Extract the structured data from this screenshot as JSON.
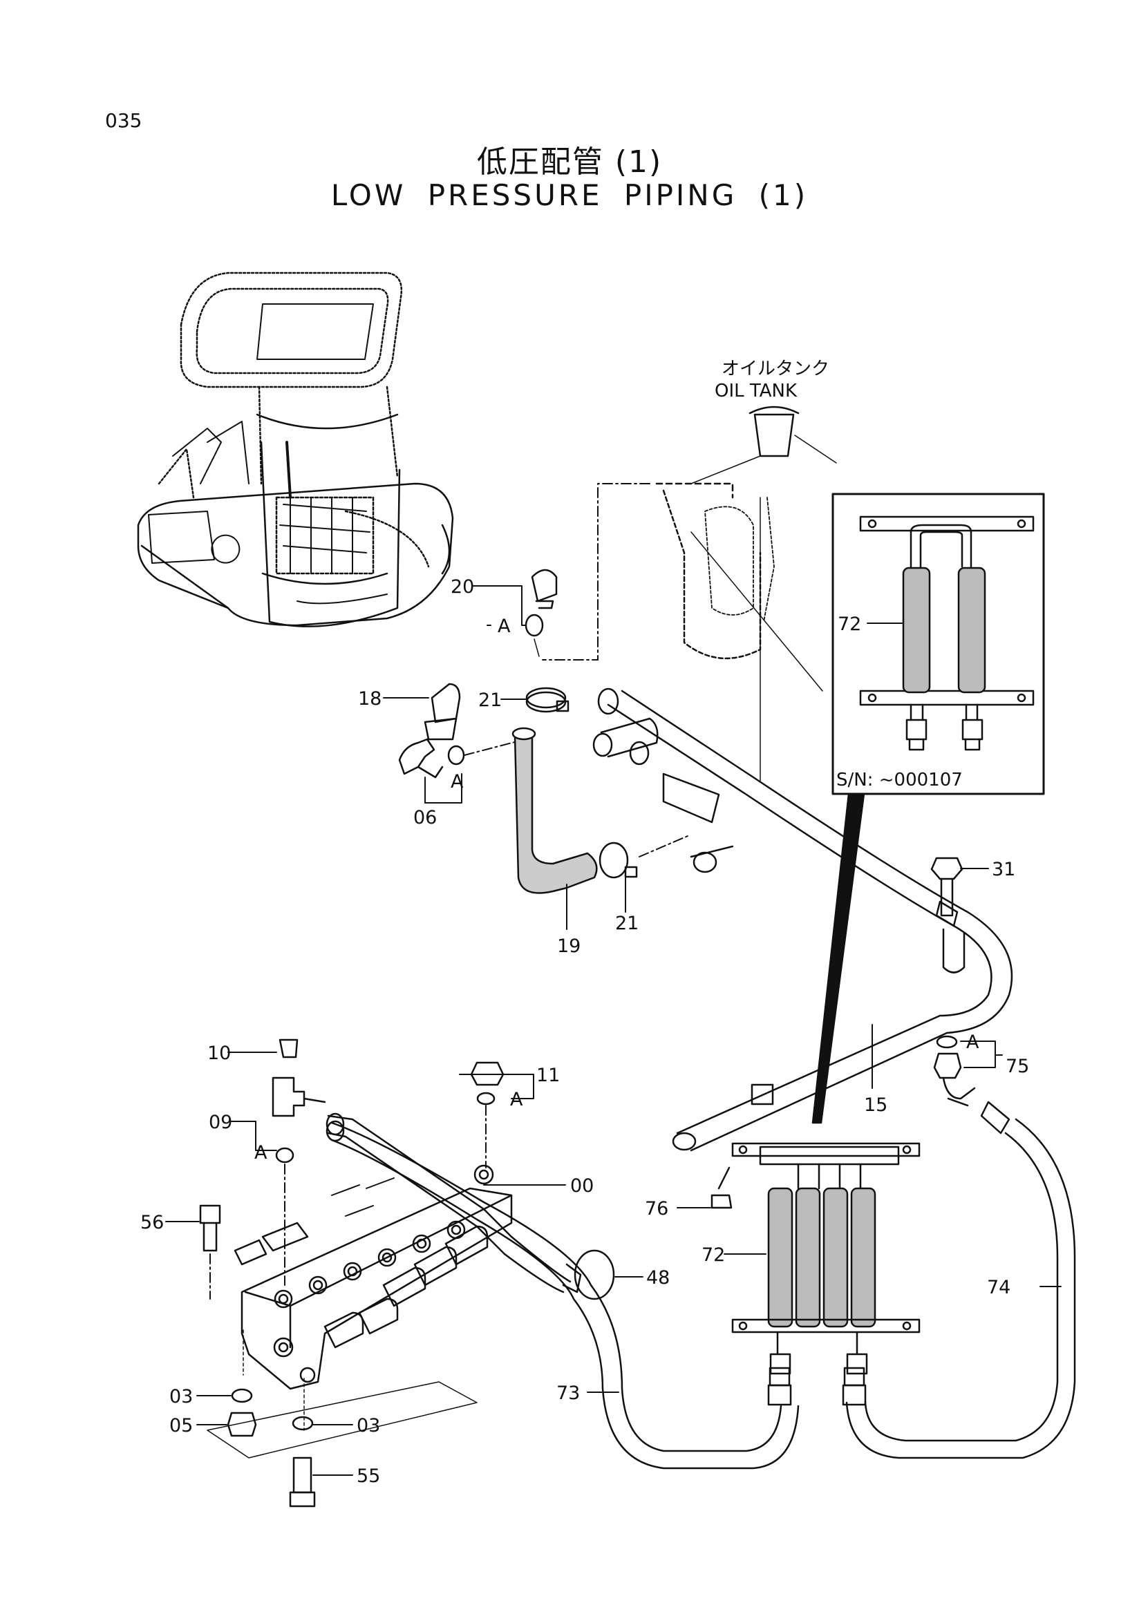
{
  "page_number": "035",
  "title_jp": "低圧配管 (1)",
  "title_en": "LOW PRESSURE PIPING (1)",
  "oil_tank": {
    "jp": "オイルタンク",
    "en": "OIL TANK"
  },
  "inset_serial": "S/N:  ~000107",
  "ref_mark": "A",
  "callouts": {
    "p20": "20",
    "p18": "18",
    "p21a": "21",
    "p06": "06",
    "p19": "19",
    "p21b": "21",
    "p72a": "72",
    "p31": "31",
    "p75": "75",
    "p15": "15",
    "p10": "10",
    "p11": "11",
    "p09": "09",
    "p00": "00",
    "p56": "56",
    "p76": "76",
    "p72b": "72",
    "p48": "48",
    "p74": "74",
    "p73": "73",
    "p03a": "03",
    "p05": "05",
    "p03b": "03",
    "p55": "55"
  }
}
